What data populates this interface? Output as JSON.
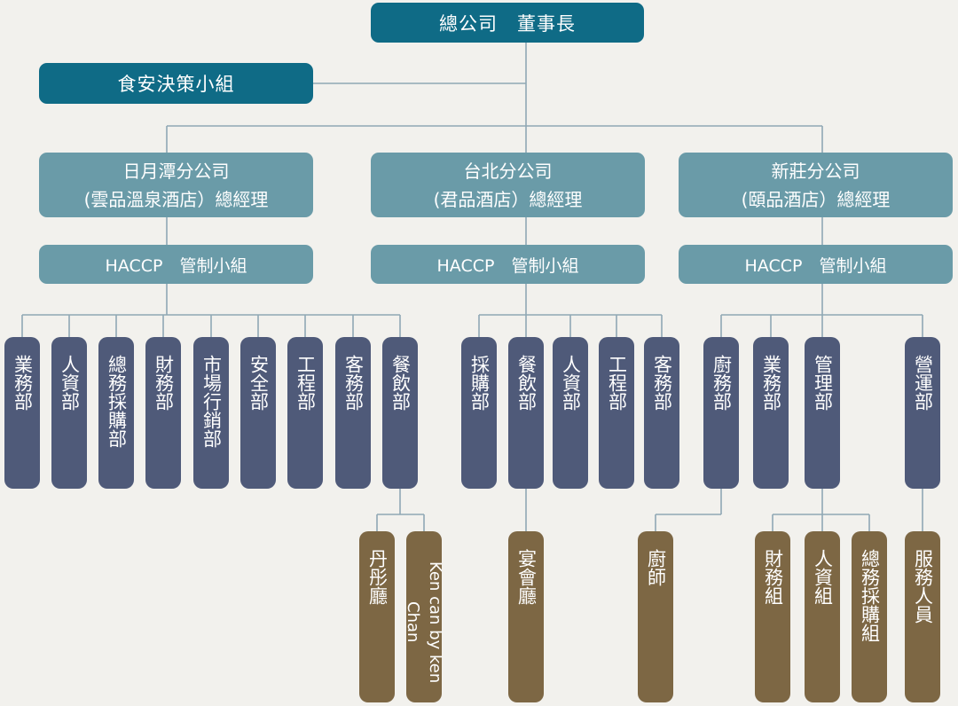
{
  "colors": {
    "top": "#0f6b86",
    "branch": "#6a9ba8",
    "department": "#4f5a79",
    "unit": "#7d6744",
    "line": "#8fa8b4",
    "background": "#f2f1ed"
  },
  "chairman": "總公司　董事長",
  "food_safety_team": "食安決策小組",
  "branches": [
    {
      "name": "日月潭分公司",
      "manager": "(雲品溫泉酒店）總經理",
      "haccp": "HACCP　管制小組",
      "departments": [
        "業務部",
        "人資部",
        "總務採購部",
        "財務部",
        "市場行銷部",
        "安全部",
        "工程部",
        "客務部",
        "餐飲部"
      ],
      "units": [
        "丹彤廳",
        "Ken can by ken Chan"
      ]
    },
    {
      "name": "台北分公司",
      "manager": "(君品酒店）總經理",
      "haccp": "HACCP　管制小組",
      "departments": [
        "採購部",
        "餐飲部",
        "人資部",
        "工程部",
        "客務部"
      ],
      "units": [
        "宴會廳"
      ]
    },
    {
      "name": "新莊分公司",
      "manager": "(頤品酒店）總經理",
      "haccp": "HACCP　管制小組",
      "departments": [
        "廚務部",
        "業務部",
        "管理部",
        "營運部"
      ],
      "units": [
        "廚師",
        "財務組",
        "人資組",
        "總務採購組",
        "服務人員"
      ]
    }
  ]
}
